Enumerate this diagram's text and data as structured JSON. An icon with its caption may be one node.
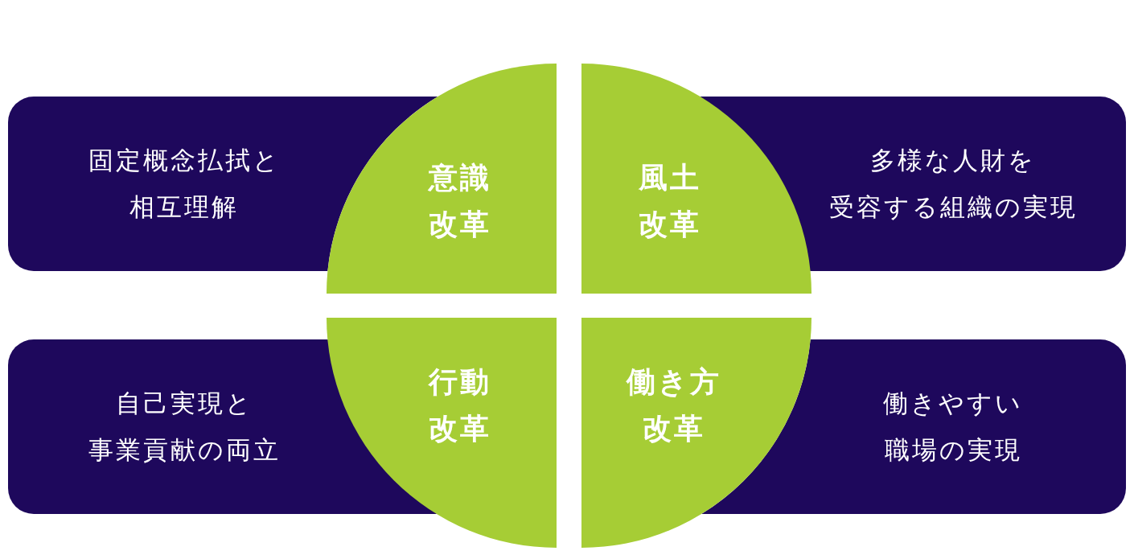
{
  "diagram": {
    "nodes": [
      {
        "text": [
          "固定概念払拭と相互理解"
        ]
      },
      {
        "text": [
          "意識改革"
        ]
      },
      {
        "text": [
          "風土改革"
        ]
      },
      {
        "text": [
          "多様な人財を受容する組織の実現"
        ]
      },
      {
        "text": [
          "自己実現と事業貢献の両立"
        ]
      },
      {
        "text": [
          "行動改革"
        ]
      },
      {
        "text": [
          "働き方改革"
        ]
      },
      {
        "text": [
          "働きやすい職場の実現"
        ]
      }
    ]
  }
}
